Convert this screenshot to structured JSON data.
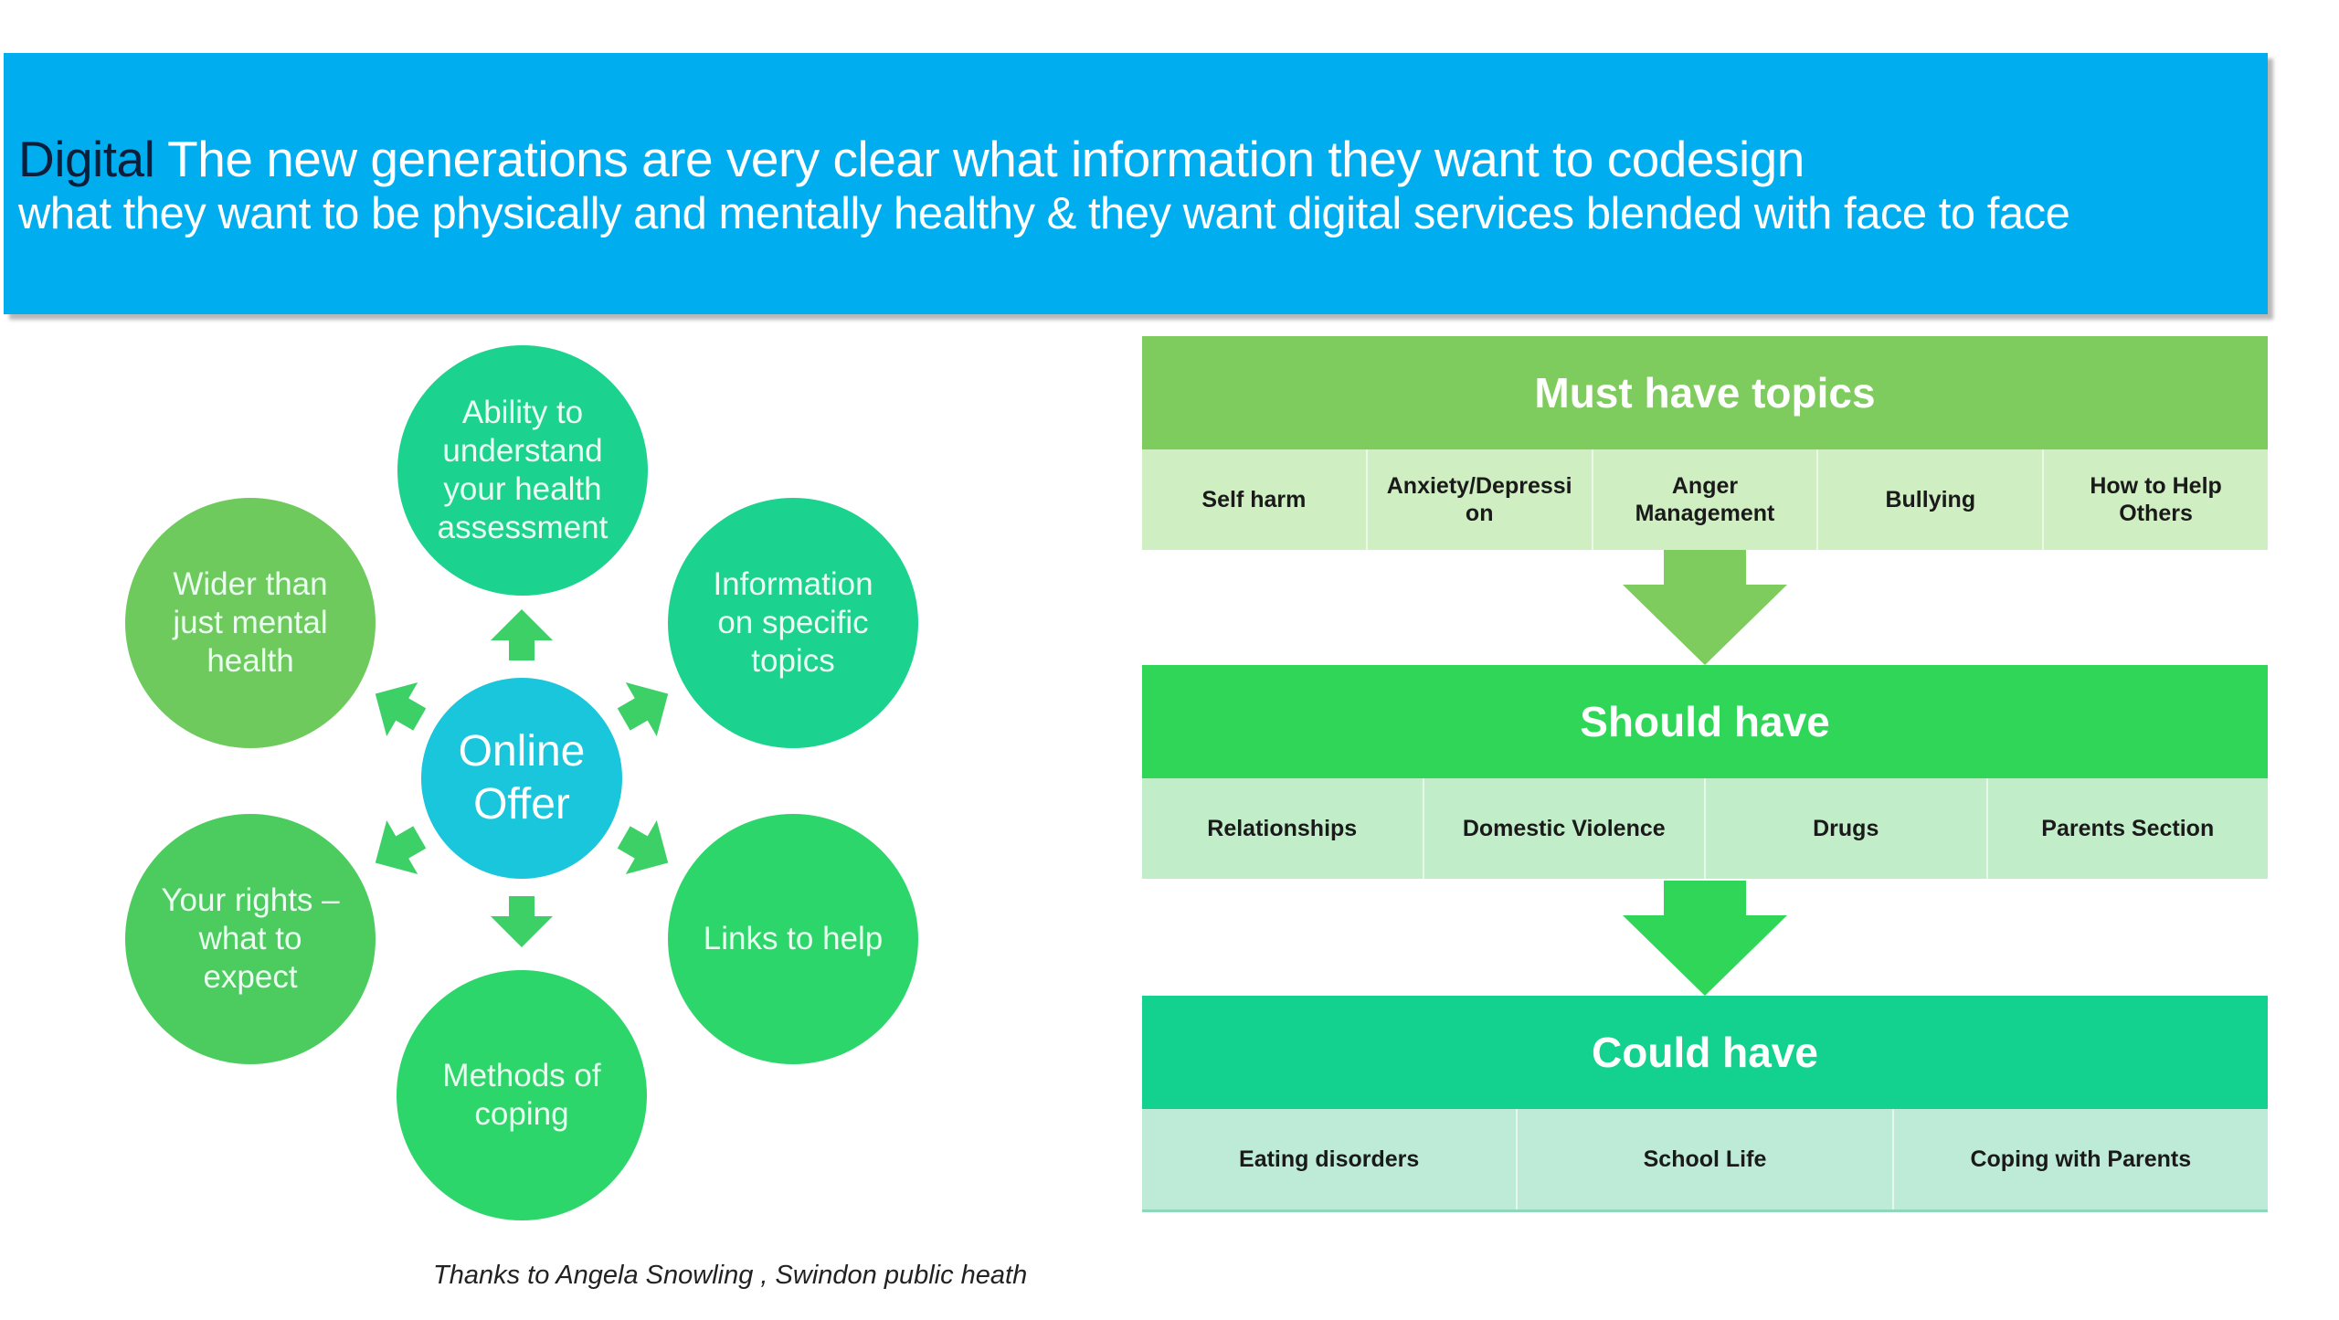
{
  "banner": {
    "prefix": "Digital",
    "headline": "The new generations are very clear what information they want to codesign",
    "subline": "what they want to be physically and mentally healthy  & they want digital services blended with face to face"
  },
  "cycle": {
    "center": "Online Offer",
    "nodes": [
      {
        "label": "Ability to understand your health assessment",
        "color": "#1bd28e"
      },
      {
        "label": "Information on specific topics",
        "color": "#1bd28e"
      },
      {
        "label": "Links to help",
        "color": "#2dd66a"
      },
      {
        "label": "Methods of coping",
        "color": "#2dd66a"
      },
      {
        "label": "Your rights – what to expect",
        "color": "#4ccc5f"
      },
      {
        "label": "Wider than just mental health",
        "color": "#6fca5e"
      }
    ],
    "center_color": "#19c6dc",
    "arrow_color": "#3dd067"
  },
  "credit": "Thanks to Angela Snowling , Swindon public heath",
  "priorities": [
    {
      "title": "Must have topics",
      "header_color": "#7ecb5e",
      "cell_color": "#cfeec2",
      "items": [
        "Self harm",
        "Anxiety/Depressi on",
        "Anger Management",
        "Bullying",
        "How to Help Others"
      ]
    },
    {
      "title": "Should have",
      "header_color": "#2fd657",
      "cell_color": "#c1eec9",
      "items": [
        "Relationships",
        "Domestic Violence",
        "Drugs",
        "Parents Section"
      ]
    },
    {
      "title": "Could have",
      "header_color": "#13d18e",
      "cell_color": "#bdebd7",
      "items": [
        "Eating disorders",
        "School Life",
        "Coping with Parents"
      ]
    }
  ]
}
